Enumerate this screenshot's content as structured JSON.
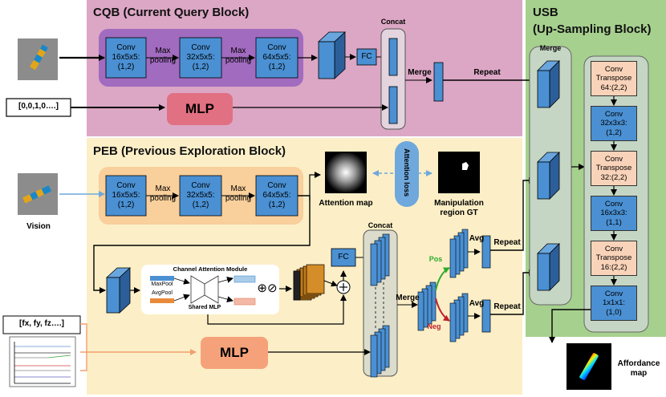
{
  "cqb": {
    "title": "CQB (Current Query Block)"
  },
  "peb": {
    "title": "PEB (Previous Exploration Block)"
  },
  "usb": {
    "title_line1": "USB",
    "title_line2": "(Up-Sampling Block)",
    "merge_label": "Merge"
  },
  "inputs": {
    "query_vector": "[0,0,1,0….]",
    "vision": "Vision",
    "force": "[fx, fy, fz….]"
  },
  "conv_blocks": {
    "conv1": "Conv\n16x5x5:\n(1,2)",
    "conv2": "Conv\n32x5x5:\n(1,2)",
    "conv3": "Conv\n64x5x5:\n(1,2)"
  },
  "labels": {
    "max_pooling": "Max\npooling",
    "concat": "Concat",
    "merge": "Merge",
    "repeat": "Repeat",
    "fc": "FC",
    "mlp": "MLP",
    "avg": "Avg",
    "pos": "Pos",
    "neg": "Neg",
    "attention_loss": "Attention loss",
    "attention_map": "Attention map",
    "manipulation_gt": "Manipulation\nregion GT",
    "affordance_map": "Affordance\nmap"
  },
  "cam": {
    "title": "Channel Attention Module",
    "maxpool": "MaxPool",
    "avgpool": "AvgPool",
    "shared_mlp": "Shared MLP",
    "ops": "⊕⊘"
  },
  "usb_blocks": [
    {
      "text": "Conv\nTranspose\n64:(2,2)",
      "kind": "transpose"
    },
    {
      "text": "Conv\n32x3x3:\n(1,2)",
      "kind": "conv"
    },
    {
      "text": "Conv\nTranspose\n32:(2,2)",
      "kind": "transpose"
    },
    {
      "text": "Conv\n16x3x3:\n(1,1)",
      "kind": "conv"
    },
    {
      "text": "Conv\nTranspose\n16:(2,2)",
      "kind": "transpose"
    },
    {
      "text": "Conv\n1x1x1:\n(1,0)",
      "kind": "conv"
    }
  ],
  "colors": {
    "cqb_bg": "#dca7c5",
    "peb_bg": "#fcefc7",
    "usb_bg": "#a6d08e",
    "usb_inner": "#c6d6c5",
    "conv_blue": "#4a90d3",
    "conv_purple_bg": "#a16bbf",
    "conv_orange_bg": "#f9cf9b",
    "mlp_red": "#e07082",
    "mlp_orange": "#f5a27b",
    "transpose_peach": "#f9d3b9",
    "arrow_blue": "#6fa8dc",
    "pos_green": "#2eaa2e",
    "neg_red": "#c0202b"
  }
}
